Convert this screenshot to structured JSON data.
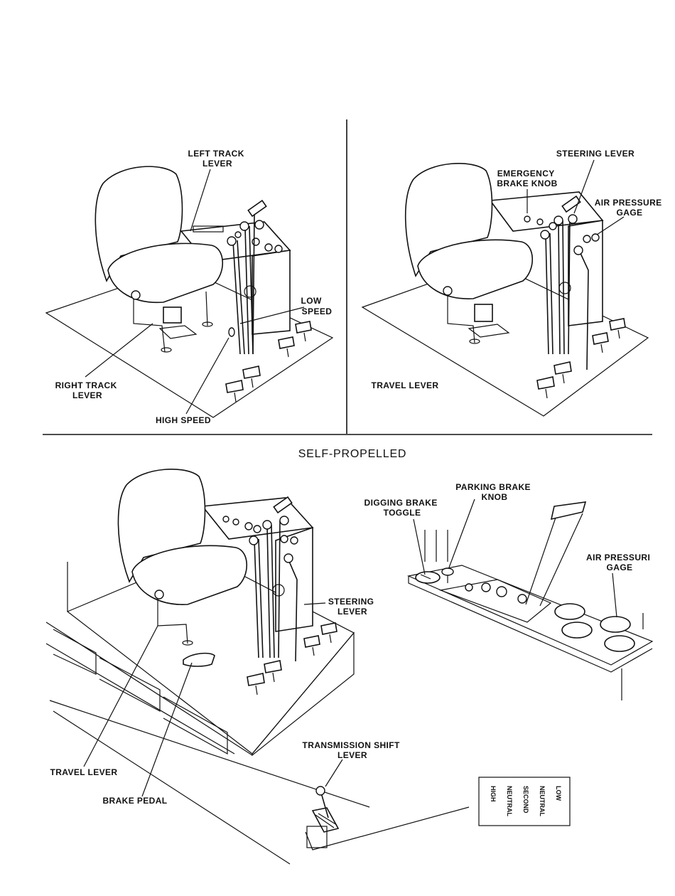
{
  "panel_top_left": {
    "left_track_lever": [
      "LEFT TRACK",
      "LEVER"
    ],
    "low_speed": [
      "LOW",
      "SPEED"
    ],
    "right_track_lever": [
      "RIGHT TRACK",
      "LEVER"
    ],
    "high_speed": "HIGH SPEED"
  },
  "panel_top_right": {
    "steering_lever": "STEERING LEVER",
    "emergency_brake_knob": [
      "EMERGENCY",
      "BRAKE KNOB"
    ],
    "air_pressure_gage": [
      "AIR PRESSURE",
      "GAGE"
    ],
    "travel_lever": "TRAVEL LEVER"
  },
  "section_title": "SELF-PROPELLED",
  "panel_bottom": {
    "digging_brake_toggle": [
      "DIGGING BRAKE",
      "TOGGLE"
    ],
    "parking_brake_knob": [
      "PARKING BRAKE",
      "KNOB"
    ],
    "air_pressure_gage": [
      "AIR PRESSURI",
      "GAGE"
    ],
    "steering_lever": [
      "STEERING",
      "LEVER"
    ],
    "transmission_shift_lever": [
      "TRANSMISSION SHIFT",
      "LEVER"
    ],
    "travel_lever": "TRAVEL LEVER",
    "brake_pedal": "BRAKE PEDAL",
    "shift_plate": [
      "LOW",
      "NEUTRAL",
      "SECOND",
      "NEUTRAL",
      "HIGH"
    ]
  }
}
